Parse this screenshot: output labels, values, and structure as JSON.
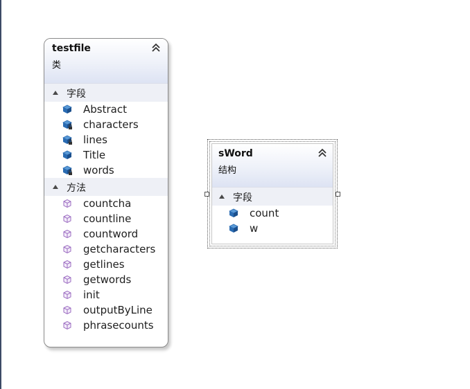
{
  "class_shape": {
    "title": "testfile",
    "kind": "类",
    "fields_label": "字段",
    "fields": [
      {
        "name": "Abstract",
        "private": false
      },
      {
        "name": "characters",
        "private": true
      },
      {
        "name": "lines",
        "private": true
      },
      {
        "name": "Title",
        "private": false
      },
      {
        "name": "words",
        "private": true
      }
    ],
    "methods_label": "方法",
    "methods": [
      "countcha",
      "countline",
      "countword",
      "getcharacters",
      "getlines",
      "getwords",
      "init",
      "outputByLine",
      "phrasecounts"
    ]
  },
  "struct_shape": {
    "title": "sWord",
    "kind": "结构",
    "fields_label": "字段",
    "fields": [
      {
        "name": "count",
        "private": false
      },
      {
        "name": "w",
        "private": false
      }
    ]
  },
  "colors": {
    "field_icon": "#2a6cb3",
    "method_icon": "#9b6bc1",
    "lock": "#333333"
  }
}
